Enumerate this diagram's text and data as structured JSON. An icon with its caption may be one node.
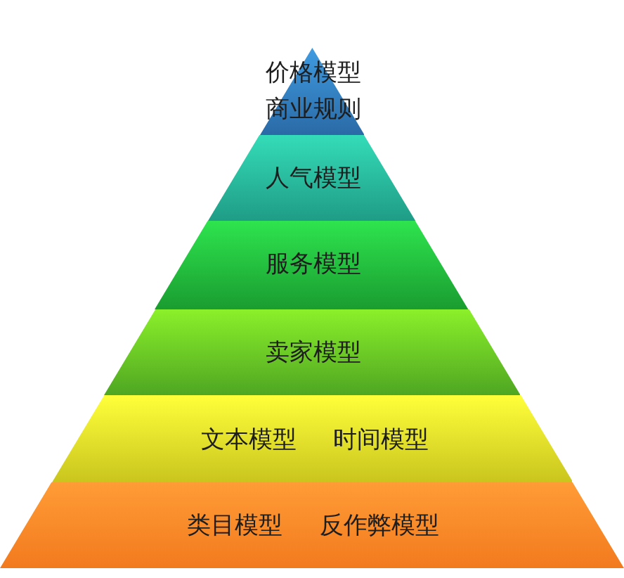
{
  "diagram": {
    "nodes": [
      {
        "text": [
          "价格模型",
          "商业规则"
        ]
      },
      {
        "text": [
          "人气模型"
        ]
      },
      {
        "text": [
          "服务模型"
        ]
      },
      {
        "text": [
          "卖家模型"
        ]
      },
      {
        "text": [
          "文本模型",
          "时间模型"
        ]
      },
      {
        "text": [
          "类目模型",
          "反作弊模型"
        ]
      }
    ]
  }
}
